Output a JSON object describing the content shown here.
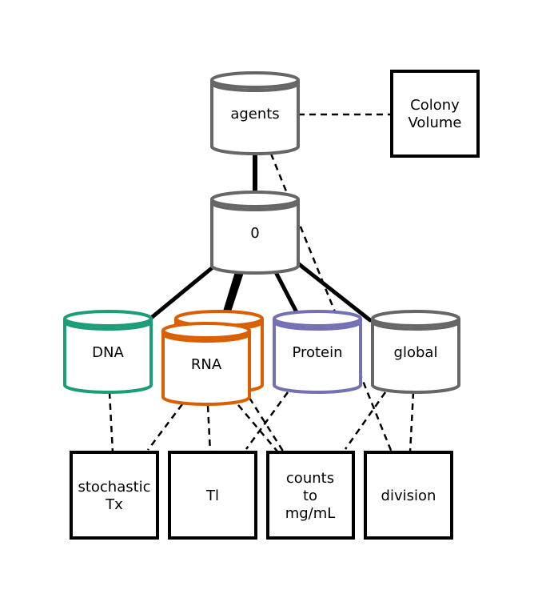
{
  "stores": {
    "agents": {
      "label": "agents",
      "color": "#666666"
    },
    "zero": {
      "label": "0",
      "color": "#666666"
    },
    "dna": {
      "label": "DNA",
      "color": "#1b9e77"
    },
    "rna": {
      "label": "RNA",
      "color": "#d95f02"
    },
    "protein": {
      "label": "Protein",
      "color": "#7570b3"
    },
    "global": {
      "label": "global",
      "color": "#666666"
    }
  },
  "processes": {
    "colony_volume": {
      "lines": [
        "Colony",
        "Volume"
      ]
    },
    "stochastic_tx": {
      "lines": [
        "stochastic",
        "Tx"
      ]
    },
    "tl": {
      "lines": [
        "Tl"
      ]
    },
    "counts": {
      "lines": [
        "counts",
        "to",
        "mg/mL"
      ]
    },
    "division": {
      "lines": [
        "division"
      ]
    }
  },
  "edge_colors": {
    "line": "#000000",
    "box_border": "#000000"
  }
}
